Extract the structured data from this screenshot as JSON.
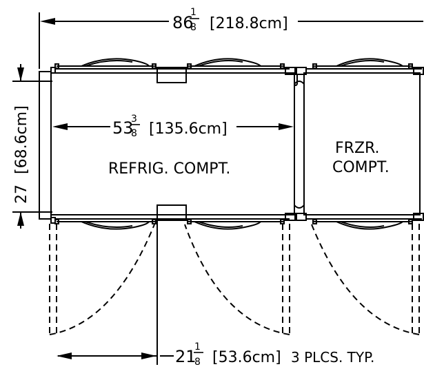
{
  "overall_width": {
    "whole": "86",
    "num": "1",
    "den": "8",
    "metric": "[218.8cm]"
  },
  "depth": {
    "whole": "27",
    "metric": "[68.6cm]"
  },
  "refrig_width": {
    "whole": "53",
    "num": "3",
    "den": "8",
    "metric": "[135.6cm]"
  },
  "door_width": {
    "whole": "21",
    "num": "1",
    "den": "8",
    "metric": "[53.6cm]",
    "note": "3 PLCS. TYP."
  },
  "refrig_label": "REFRIG. COMPT.",
  "freezer_label_line1": "FRZR.",
  "freezer_label_line2": "COMPT."
}
